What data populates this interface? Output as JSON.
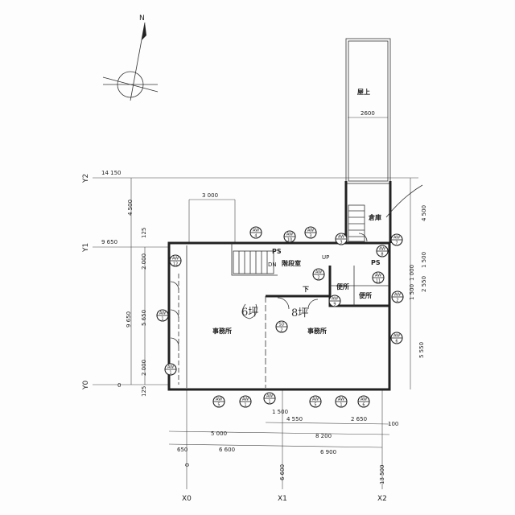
{
  "compass": {
    "north_label": "N"
  },
  "rooms": {
    "rooftop": "屋上",
    "storage": "倉庫",
    "stairwell": "階段室",
    "office_left": "事務所",
    "office_right": "事務所",
    "toilet_1": "便所",
    "toilet_2": "便所",
    "hall": "下",
    "ps_1": "PS",
    "ps_2": "PS",
    "up": "UP",
    "dn": "DN"
  },
  "handwritten": {
    "left_area": "6坪",
    "right_area": "8坪"
  },
  "axes": {
    "y2": "Y2",
    "y1": "Y1",
    "y0": "Y0",
    "x0": "X0",
    "x1": "X1",
    "x2": "X2"
  },
  "dimensions": {
    "y2_level": "14 150",
    "y1_level": "9 650",
    "y0_level": "0",
    "left_4500": "4 500",
    "left_125_top": "125",
    "left_2000_top": "2 000",
    "left_9650": "9 650",
    "left_5650": "5 650",
    "left_2000_bottom": "2 000",
    "left_125_bottom": "125",
    "top_3000": "3 000",
    "rooftop_2600": "2600",
    "right_4500": "4 500",
    "right_1500": "1 500",
    "right_2550": "2 550",
    "right_1000": "1 000",
    "right_1500b": "1 500",
    "right_5550": "5 550",
    "bottom_1500": "1 500",
    "bottom_4550": "4 550",
    "bottom_2650": "2 650",
    "bottom_100": "100",
    "bottom_5000": "5 000",
    "bottom_8200": "8 200",
    "bottom_650": "650",
    "bottom_6600": "6 600",
    "bottom_6900": "6 900",
    "x0_level": "0",
    "x1_level": "6 600",
    "x2_level": "13 500"
  },
  "window_tags": [
    {
      "code": "AW",
      "num": "4"
    },
    {
      "code": "AW",
      "num": "3"
    },
    {
      "code": "AW",
      "num": "3"
    },
    {
      "code": "AW",
      "num": "10"
    },
    {
      "code": "AW",
      "num": "7"
    },
    {
      "code": "AW",
      "num": "2"
    },
    {
      "code": "AW",
      "num": "11"
    },
    {
      "code": "AW",
      "num": "12"
    },
    {
      "code": "AW",
      "num": "1"
    },
    {
      "code": "AW",
      "num": "1"
    },
    {
      "code": "AW",
      "num": "5"
    },
    {
      "code": "AW",
      "num": "1"
    },
    {
      "code": "AW",
      "num": "1"
    },
    {
      "code": "AW",
      "num": "5"
    },
    {
      "code": "AW",
      "num": "1"
    },
    {
      "code": "AW",
      "num": "6"
    },
    {
      "code": "AW",
      "num": "6"
    },
    {
      "code": "AW",
      "num": "2"
    },
    {
      "code": "AW",
      "num": "9"
    },
    {
      "code": "AW",
      "num": "8"
    },
    {
      "code": "SD",
      "num": "2"
    }
  ]
}
